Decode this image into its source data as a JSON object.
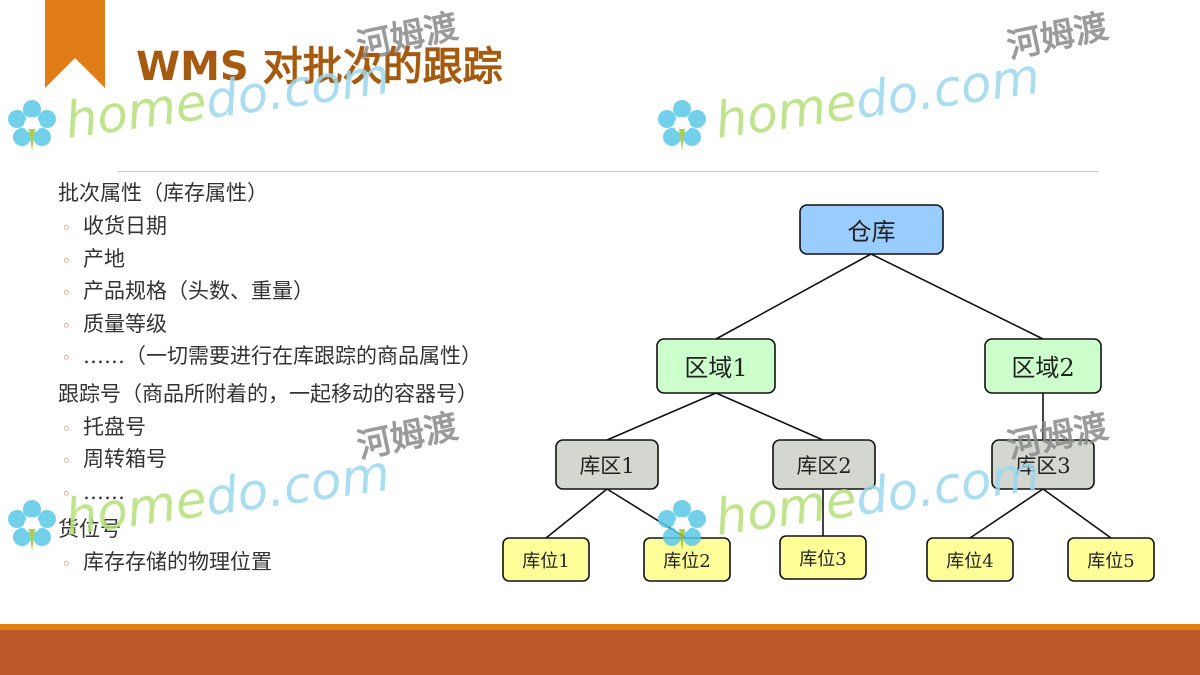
{
  "title": "WMS 对批次的跟踪",
  "bullets": [
    {
      "text": "批次属性（库存属性）",
      "items": [
        "收货日期",
        "产地",
        "产品规格（头数、重量）",
        "质量等级",
        "……（一切需要进行在库跟踪的商品属性）"
      ]
    },
    {
      "text": "跟踪号（商品所附着的，一起移动的容器号）",
      "items": [
        "托盘号",
        "周转箱号",
        "……"
      ]
    },
    {
      "text": "货位号",
      "items": [
        "库存存储的物理位置"
      ]
    }
  ],
  "tree": {
    "root": "仓库",
    "zones": [
      "区域1",
      "区域2"
    ],
    "areas": [
      "库区1",
      "库区2",
      "库区3"
    ],
    "locations": [
      "库位1",
      "库位2",
      "库位3",
      "库位4",
      "库位5"
    ]
  },
  "watermark": {
    "brand": "homedo.com",
    "cn": "河姆渡"
  },
  "colors": {
    "title": "#a55a10",
    "root_fill": "#99ccff",
    "zone_fill": "#ccffcc",
    "area_fill": "#d3d7cf",
    "location_fill": "#ffff99",
    "accent": "#e07d17",
    "footer": "#bc5a29"
  }
}
